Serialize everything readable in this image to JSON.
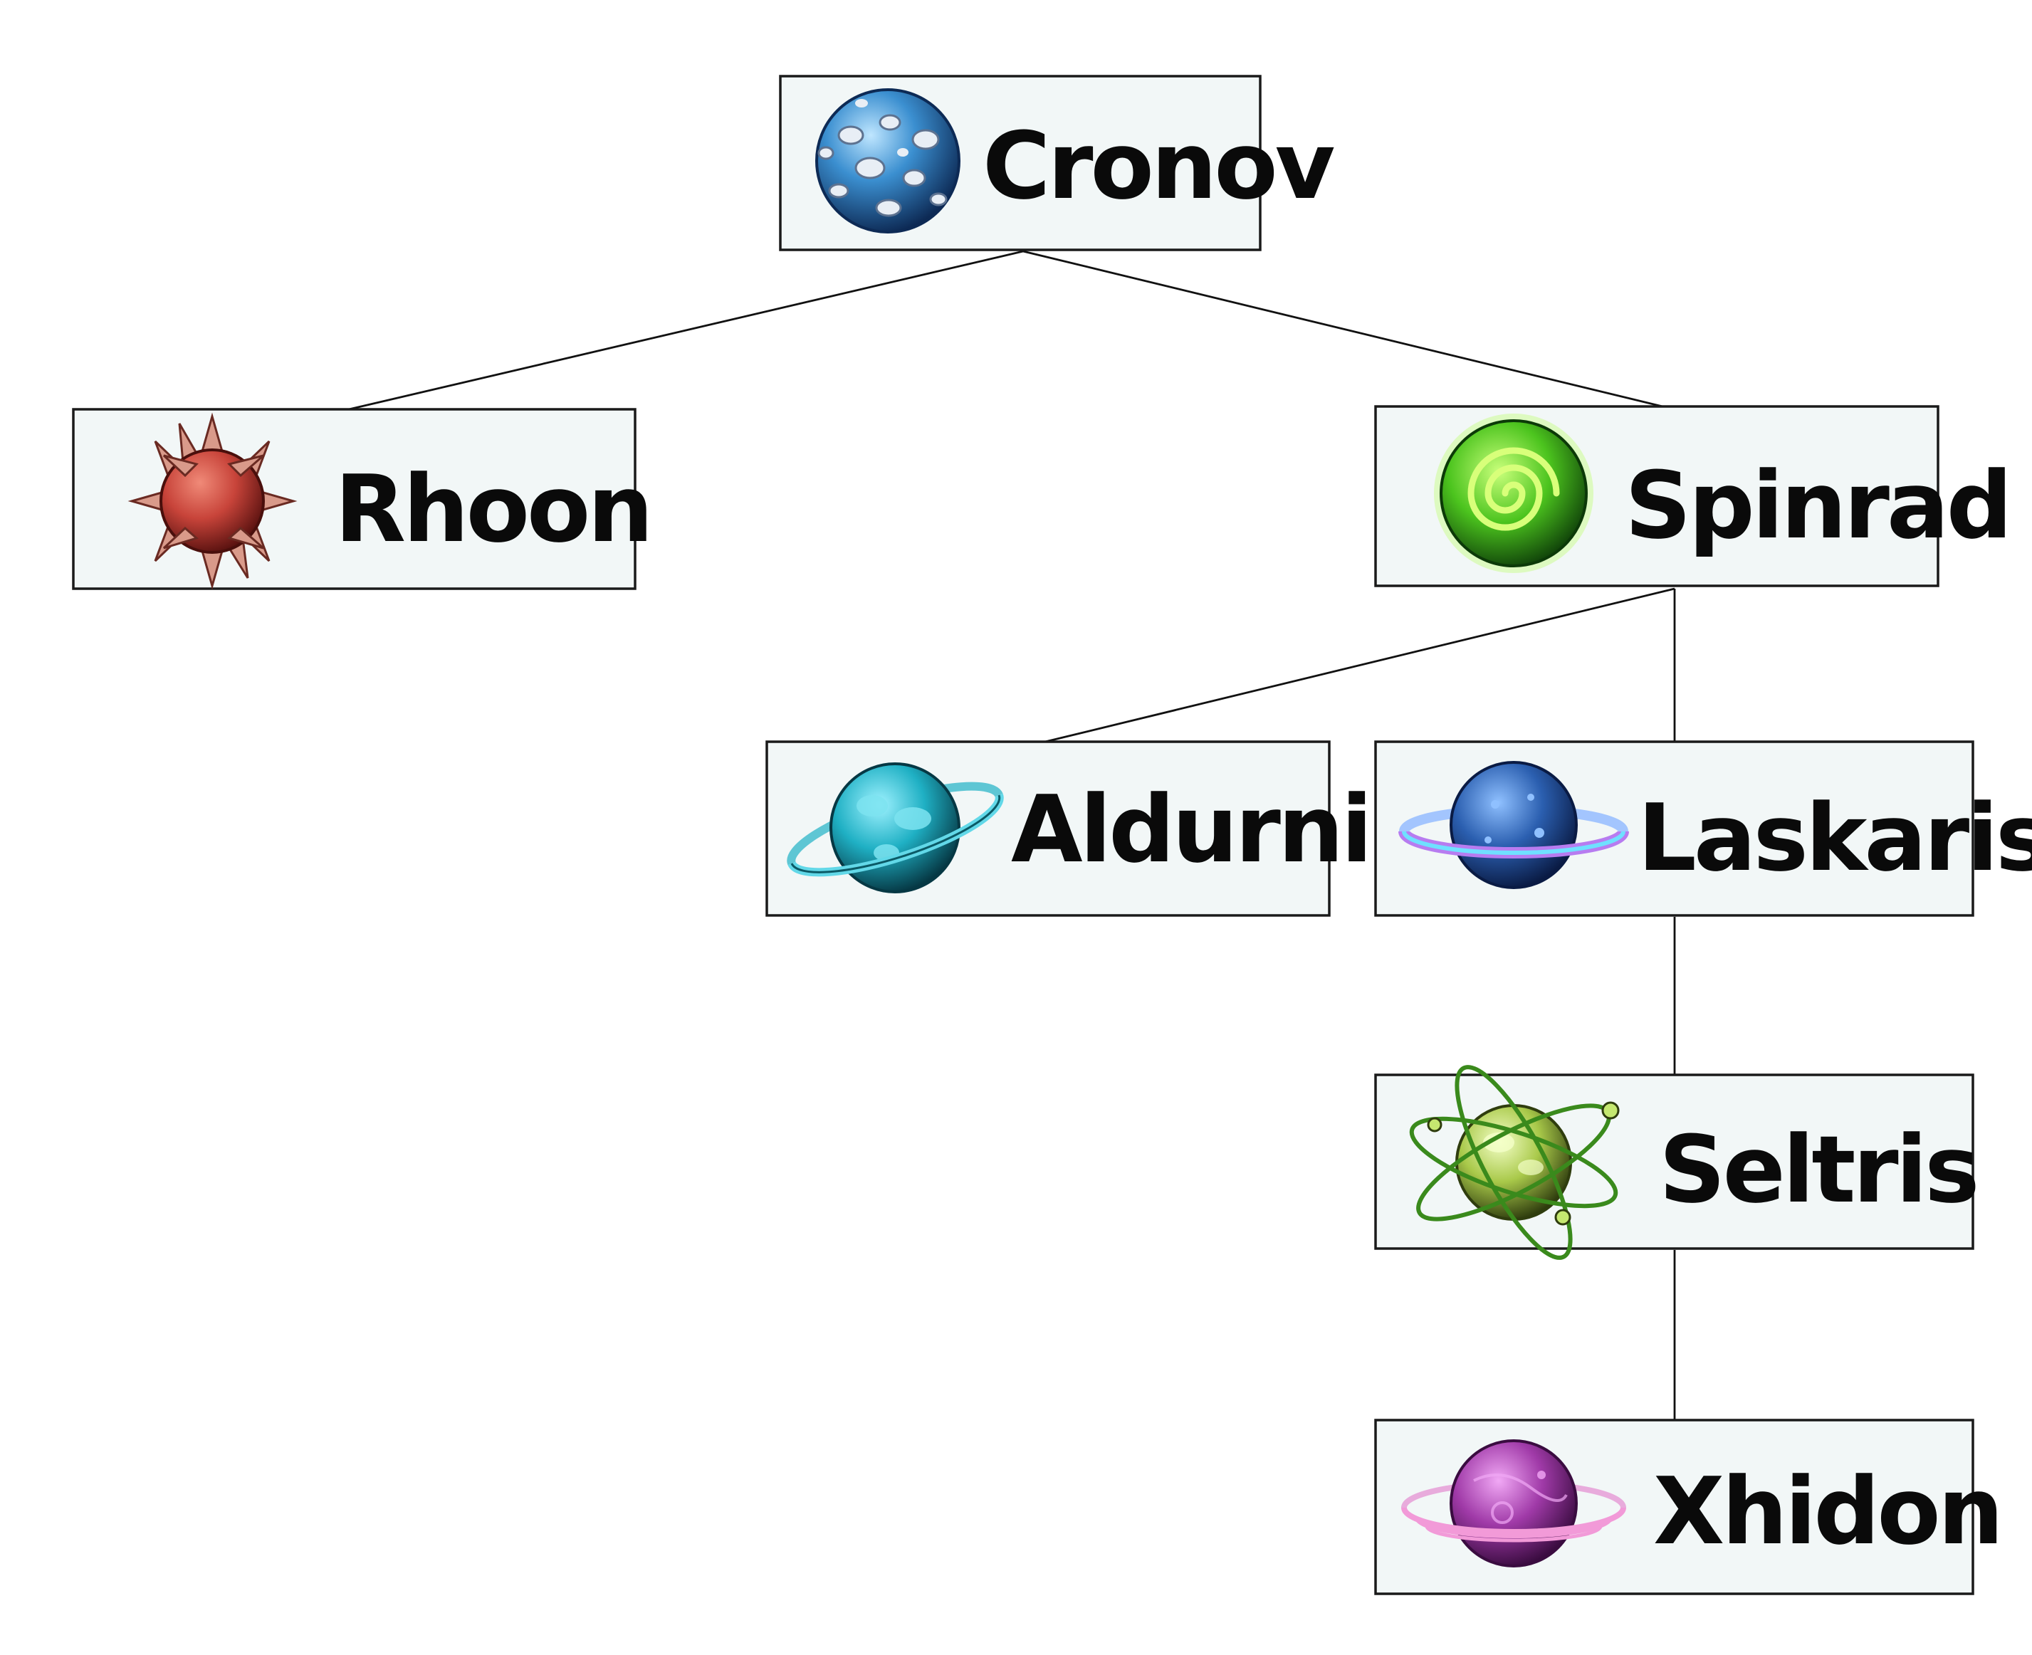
{
  "diagram": {
    "type": "tree",
    "nodes": [
      {
        "id": "cronov",
        "label": "Cronov",
        "icon": "spotted-blue-planet-icon",
        "color": "#3b8fd0"
      },
      {
        "id": "rhoon",
        "label": "Rhoon",
        "icon": "spiked-red-planet-icon",
        "color": "#c8443a"
      },
      {
        "id": "spinrad",
        "label": "Spinrad",
        "icon": "green-spiral-planet-icon",
        "color": "#4cc41e"
      },
      {
        "id": "aldurni",
        "label": "Aldurni",
        "icon": "teal-ringed-planet-icon",
        "color": "#1fb0c4"
      },
      {
        "id": "laskaris",
        "label": "Laskaris",
        "icon": "blue-ringed-planet-icon",
        "color": "#2b5fb0"
      },
      {
        "id": "seltris",
        "label": "Seltris",
        "icon": "orbit-green-planet-icon",
        "color": "#a9c94a"
      },
      {
        "id": "xhidon",
        "label": "Xhidon",
        "icon": "purple-ringed-planet-icon",
        "color": "#a03aa8"
      }
    ],
    "edges": [
      {
        "from": "cronov",
        "to": "rhoon"
      },
      {
        "from": "cronov",
        "to": "spinrad"
      },
      {
        "from": "spinrad",
        "to": "aldurni"
      },
      {
        "from": "spinrad",
        "to": "laskaris"
      },
      {
        "from": "laskaris",
        "to": "seltris"
      },
      {
        "from": "seltris",
        "to": "xhidon"
      }
    ]
  }
}
